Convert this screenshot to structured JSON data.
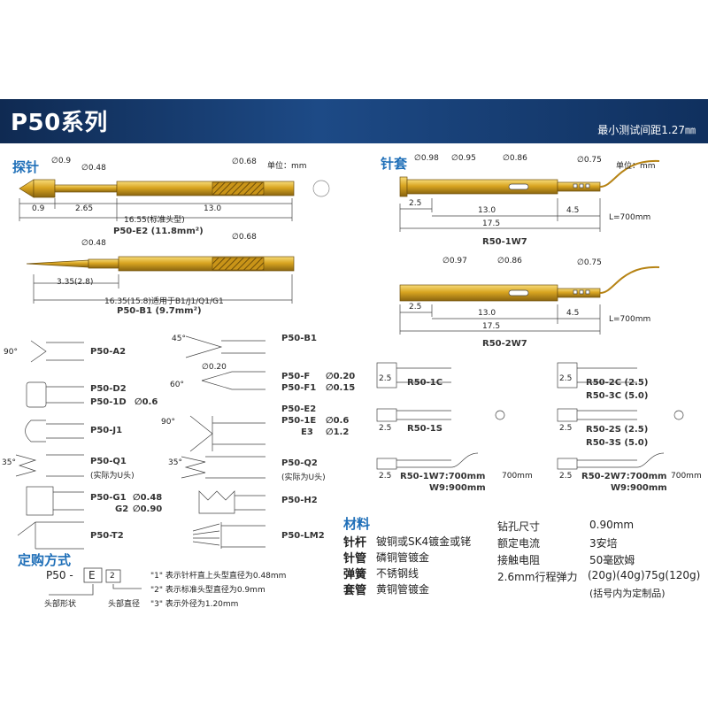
{
  "header": {
    "title": "P50系列",
    "subtitle": "最小测试间距1.27㎜"
  },
  "probe": {
    "section": "探针",
    "unit": "单位：mm",
    "e2": {
      "d1": "∅0.9",
      "d2": "∅0.48",
      "d3": "∅0.68",
      "dim1": "0.9",
      "dim2": "2.65",
      "dim3": "13.0",
      "dim4": "16.55(标准头型)",
      "name": "P50-E2 (11.8mm²)"
    },
    "b1": {
      "d1": "∅0.48",
      "d2": "∅0.68",
      "dim1": "3.35(2.8)",
      "dim2": "16.35(15.8)适用于B1/J1/Q1/G1",
      "name": "P50-B1  (9.7mm²)"
    }
  },
  "sleeve": {
    "section": "针套",
    "unit": "单位：mm",
    "w1": {
      "d1": "∅0.98",
      "d2": "∅0.95",
      "d3": "∅0.86",
      "d4": "∅0.75",
      "dim1": "2.5",
      "dim2": "13.0",
      "dim3": "4.5",
      "dim4": "17.5",
      "len": "L=700mm",
      "name": "R50-1W7"
    },
    "w2": {
      "d1": "∅0.97",
      "d2": "∅0.86",
      "d3": "∅0.75",
      "dim1": "2.5",
      "dim2": "13.0",
      "dim3": "4.5",
      "dim4": "17.5",
      "len": "L=700mm",
      "name": "R50-2W7"
    }
  },
  "tips": {
    "a2": "P50-A2",
    "a2_angle": "90°",
    "b1": "P50-B1",
    "b1_angle": "45°",
    "d2": "P50-D2",
    "d1d": "P50-1D",
    "d1d_val": "∅0.6",
    "f": "P50-F",
    "f_val": "∅0.20",
    "f1": "P50-F1",
    "f1_val": "∅0.15",
    "f_top": "∅0.20",
    "f_angle": "60°",
    "j1": "P50-J1",
    "e2": "P50-E2",
    "e1": "P50-1E",
    "e1_val": "∅0.6",
    "e3": "E3",
    "e3_val": "∅1.2",
    "e_angle": "90°",
    "q1": "P50-Q1",
    "q1_note": "(实际为U头)",
    "q1_angle": "35°",
    "q2": "P50-Q2",
    "q2_note": "(实际为U头)",
    "q2_angle": "35°",
    "g1": "P50-G1",
    "g1_val": "∅0.48",
    "g2": "G2",
    "g2_val": "∅0.90",
    "h2": "P50-H2",
    "t2": "P50-T2",
    "lm2": "P50-LM2"
  },
  "sleeve_types": {
    "c1": "R50-1C",
    "c2": "R50-2C (2.5)",
    "c3": "R50-3C (5.0)",
    "s1": "R50-1S",
    "s2": "R50-2S (2.5)",
    "s3": "R50-3S (5.0)",
    "w1a": "R50-1W7:700mm",
    "w1b": "W9:900mm",
    "w2a": "R50-2W7:700mm",
    "w2b": "W9:900mm",
    "len700": "700mm",
    "dim25": "2.5"
  },
  "materials": {
    "section": "材料",
    "rows": [
      {
        "k": "针杆",
        "v": "铍铜或SK4镀金或铑"
      },
      {
        "k": "针管",
        "v": "磷铜管镀金"
      },
      {
        "k": "弹簧",
        "v": "不锈钢线"
      },
      {
        "k": "套管",
        "v": "黄铜管镀金"
      }
    ],
    "specs": [
      {
        "k": "钻孔尺寸",
        "v": "0.90mm"
      },
      {
        "k": "额定电流",
        "v": "3安培"
      },
      {
        "k": "接触电阻",
        "v": "50毫欧姆"
      },
      {
        "k": "2.6mm行程弹力",
        "v": "(20g)(40g)75g(120g)"
      }
    ],
    "note": "(括号内为定制品)"
  },
  "order": {
    "section": "定购方式",
    "prefix": "P50 -",
    "box1": "E",
    "box2": "2",
    "lines": [
      "\"1\" 表示针杆直上头型直径为0.48mm",
      "\"2\" 表示标准头型直径为0.9mm",
      "\"3\" 表示外径为1.20mm"
    ],
    "lab1": "头部形状",
    "lab2": "头部直径"
  },
  "colors": {
    "gold": "#d9a521",
    "gold_dark": "#8a6510",
    "navy": "#16386b",
    "accent": "#1f6fb8"
  }
}
